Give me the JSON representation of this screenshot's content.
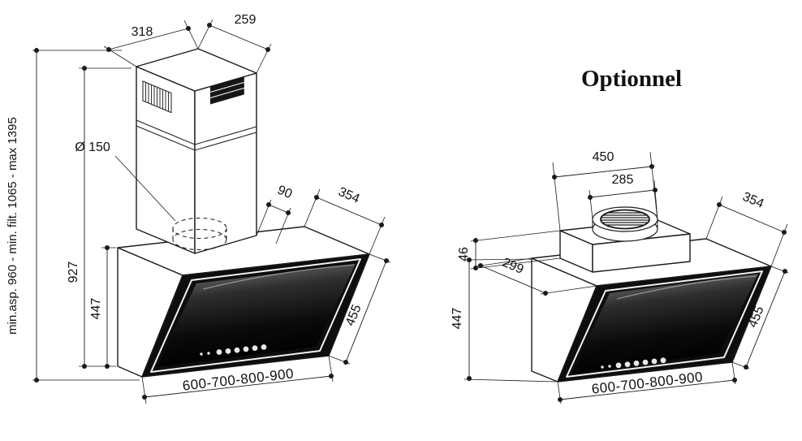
{
  "figures": {
    "left": {
      "side_note": "min.asp. 960 - min. filt. 1065 - max 1395",
      "dims": {
        "chimney_top_width": "318",
        "chimney_top_depth": "259",
        "duct_diameter": "Ø 150",
        "duct_offset": "90",
        "top_depth": "354",
        "chimney_height": "927",
        "body_height": "447",
        "glass_height": "455",
        "widths": "600-700-800-900"
      }
    },
    "right": {
      "title": "Optionnel",
      "dims": {
        "box_width": "450",
        "outlet_width": "285",
        "top_depth": "354",
        "box_height": "46",
        "front_depth": "299",
        "body_height": "447",
        "glass_height": "455",
        "widths": "600-700-800-900"
      }
    }
  },
  "colors": {
    "line": "#1a1a1a",
    "glass": "#0e0e0e"
  }
}
